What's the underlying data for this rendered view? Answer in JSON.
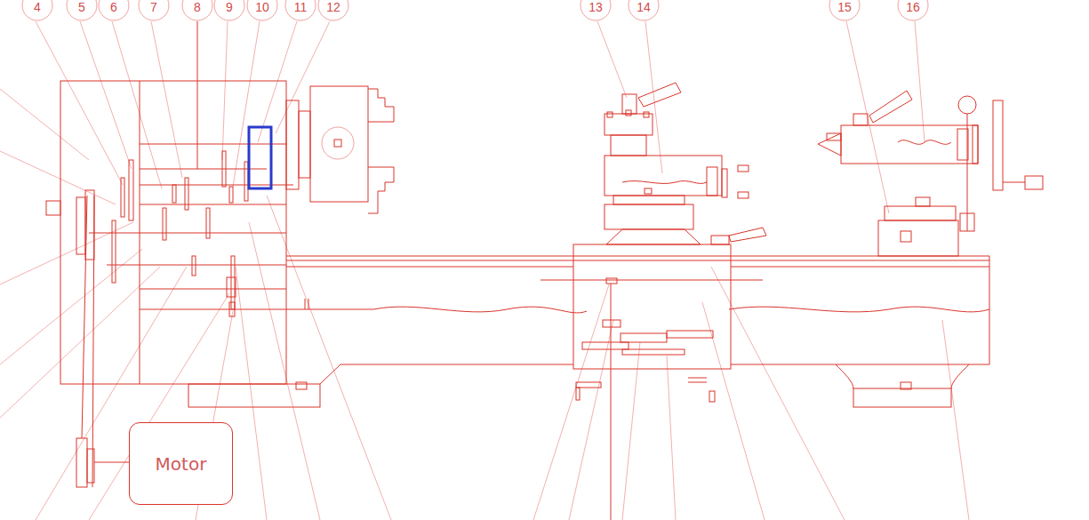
{
  "diagram": {
    "nodes": [
      {
        "text": [
          "Motor"
        ]
      }
    ],
    "labels": [
      "4",
      "5",
      "6",
      "7",
      "8",
      "9",
      "10",
      "11",
      "12",
      "13",
      "14",
      "15",
      "16"
    ]
  }
}
